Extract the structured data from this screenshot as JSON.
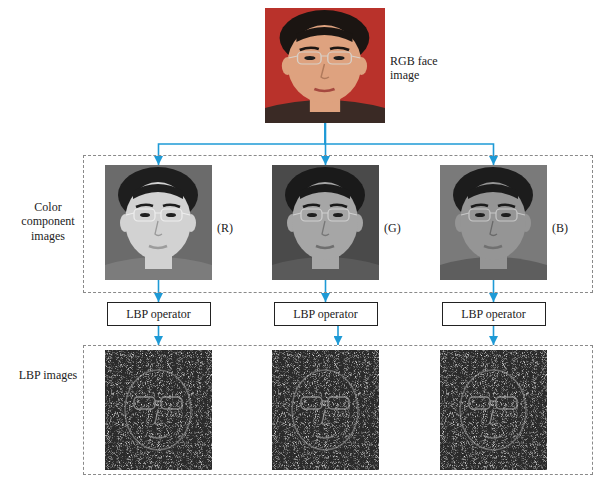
{
  "diagram": {
    "nodes": [
      {
        "text": [
          "RGB face image"
        ]
      },
      {
        "text": [
          "Color component images"
        ]
      },
      {
        "text": [
          "(R)"
        ],
        "in": 1
      },
      {
        "text": [
          "(G)"
        ],
        "in": 1
      },
      {
        "text": [
          "(B)"
        ],
        "in": 1
      },
      {
        "text": [
          "LBP operator"
        ]
      },
      {
        "text": [
          "LBP operator"
        ]
      },
      {
        "text": [
          "LBP operator"
        ]
      },
      {
        "text": [
          "LBP images"
        ]
      }
    ],
    "edges": [
      {
        "from": 0,
        "to": 2,
        "arrow": "to"
      },
      {
        "from": 0,
        "to": 3,
        "arrow": "to"
      },
      {
        "from": 0,
        "to": 4,
        "arrow": "to"
      },
      {
        "from": 2,
        "to": 5,
        "arrow": "to"
      },
      {
        "from": 3,
        "to": 6,
        "arrow": "to"
      },
      {
        "from": 4,
        "to": 7,
        "arrow": "to"
      },
      {
        "from": 5,
        "to": 8,
        "arrow": "to"
      },
      {
        "from": 6,
        "to": 8,
        "arrow": "to"
      },
      {
        "from": 7,
        "to": 8,
        "arrow": "to"
      }
    ]
  }
}
